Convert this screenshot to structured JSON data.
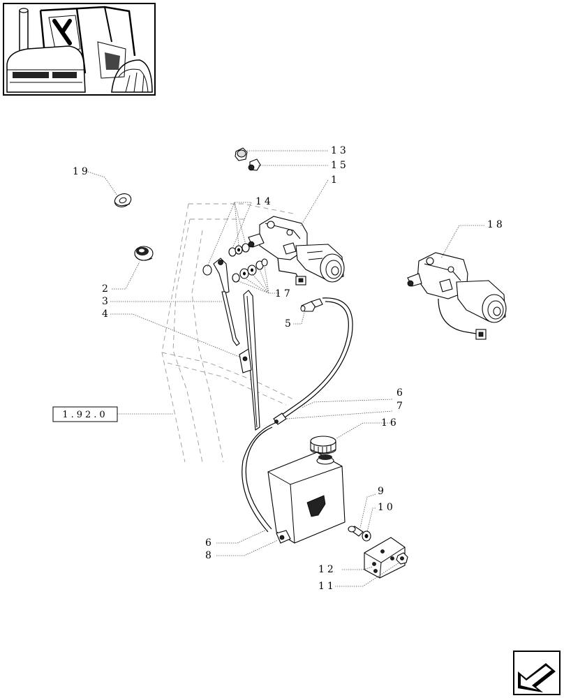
{
  "diagram": {
    "reference_box": "1.92.0",
    "callouts": [
      {
        "id": "c13",
        "label": "13"
      },
      {
        "id": "c15",
        "label": "15"
      },
      {
        "id": "c1",
        "label": "1"
      },
      {
        "id": "c19",
        "label": "19"
      },
      {
        "id": "c14",
        "label": "14"
      },
      {
        "id": "c18",
        "label": "18"
      },
      {
        "id": "c2",
        "label": "2"
      },
      {
        "id": "c3",
        "label": "3"
      },
      {
        "id": "c4",
        "label": "4"
      },
      {
        "id": "c17",
        "label": "17"
      },
      {
        "id": "c5",
        "label": "5"
      },
      {
        "id": "c6a",
        "label": "6"
      },
      {
        "id": "c7",
        "label": "7"
      },
      {
        "id": "c16",
        "label": "16"
      },
      {
        "id": "c9",
        "label": "9"
      },
      {
        "id": "c10",
        "label": "10"
      },
      {
        "id": "c6b",
        "label": "6"
      },
      {
        "id": "c8",
        "label": "8"
      },
      {
        "id": "c12",
        "label": "12"
      },
      {
        "id": "c11",
        "label": "11"
      }
    ]
  },
  "icons": {
    "thumbnail": "tractor-cab-thumbnail-icon",
    "navigation": "next-page-arrow-icon"
  }
}
